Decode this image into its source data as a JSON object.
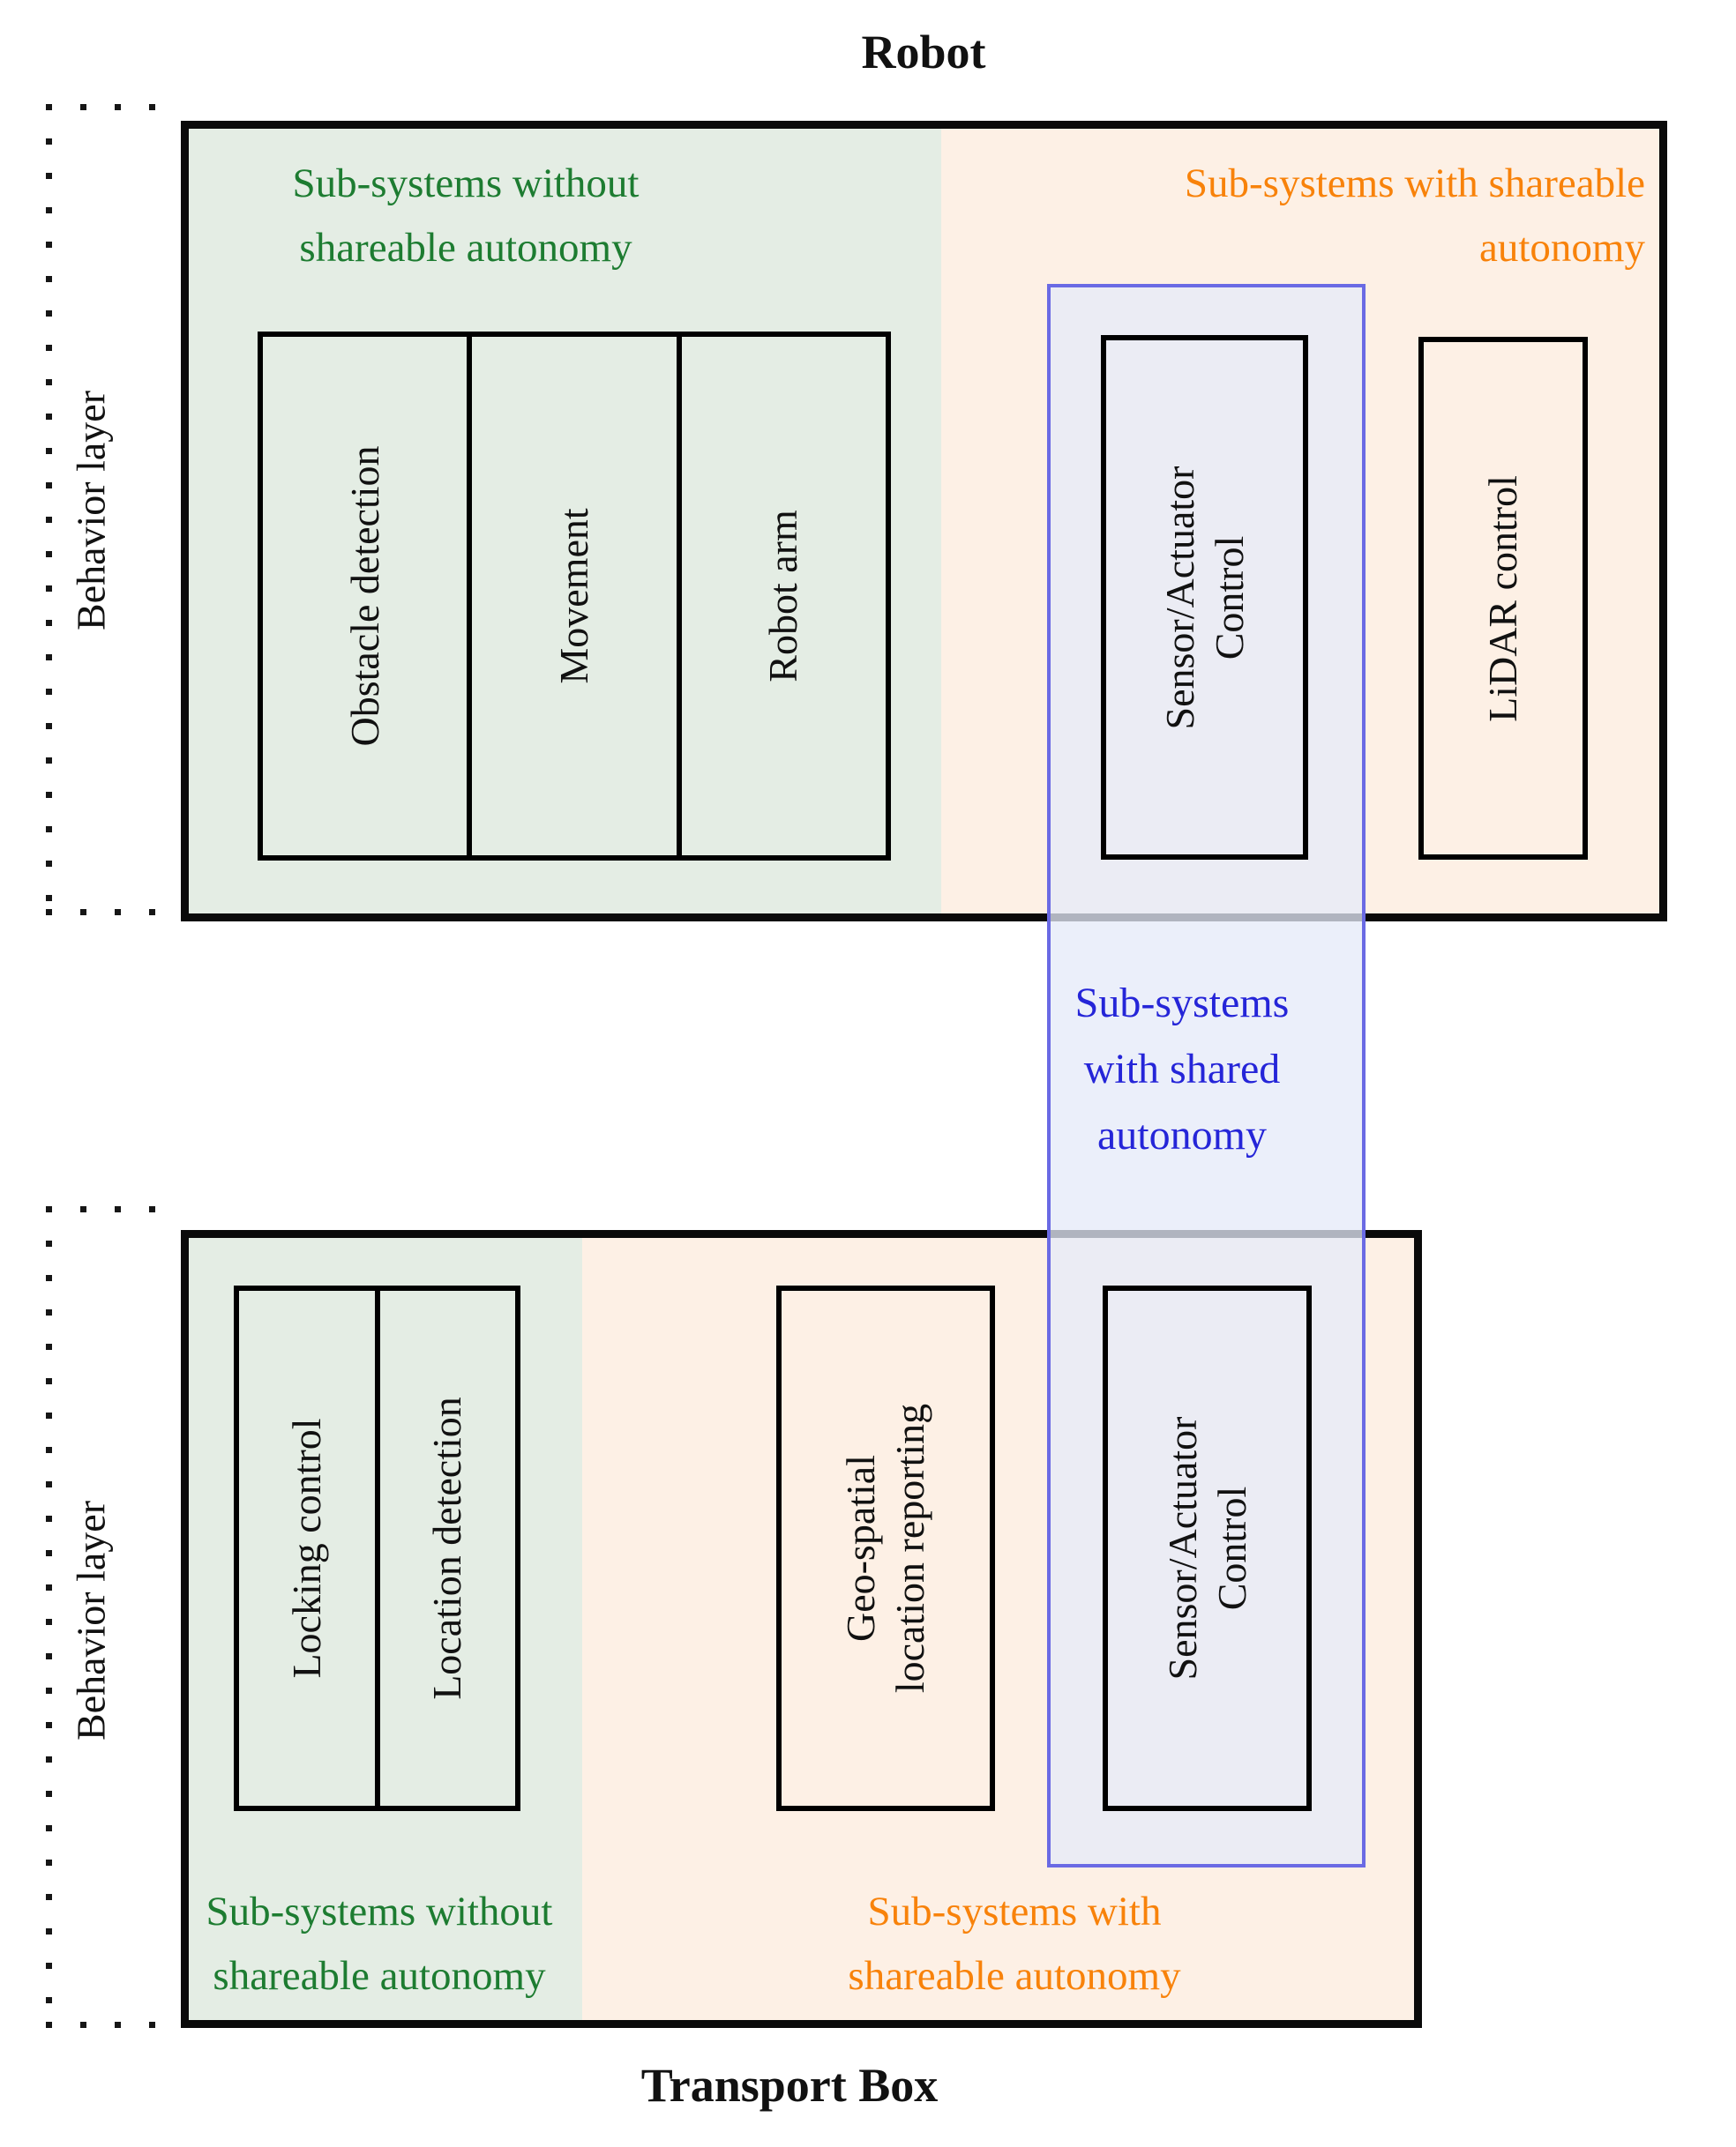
{
  "diagram": {
    "robot": {
      "title": "Robot",
      "behavior_layer_label": "Behavior layer",
      "green_heading_line1": "Sub-systems without",
      "green_heading_line2": "shareable autonomy",
      "orange_heading_line1": "Sub-systems with shareable",
      "orange_heading_line2": "autonomy",
      "boxes": [
        "Obstacle detection",
        "Movement",
        "Robot arm"
      ],
      "sensor_box_line1": "Sensor/Actuator",
      "sensor_box_line2": "Control",
      "lidar_box_label": "LiDAR control"
    },
    "shared": {
      "line1": "Sub-systems",
      "line2": "with shared",
      "line3": "autonomy"
    },
    "transport": {
      "title": "Transport Box",
      "behavior_layer_label": "Behavior layer",
      "green_heading_line1": "Sub-systems without",
      "green_heading_line2": "shareable autonomy",
      "orange_heading_line1": "Sub-systems with",
      "orange_heading_line2": "shareable autonomy",
      "boxes": [
        "Locking control",
        "Location detection"
      ],
      "geo_box_line1": "Geo-spatial",
      "geo_box_line2": "location reporting",
      "sensor_box_line1": "Sensor/Actuator",
      "sensor_box_line2": "Control"
    },
    "colors": {
      "green_fill": "#e4ede4",
      "peach_fill": "#fdf0e5",
      "blue_fill": "#e8ecf7",
      "blue_border": "#6a6ae4",
      "green_text": "#1d7c31",
      "orange_text": "#f8820a",
      "blue_text": "#2525d8"
    }
  }
}
